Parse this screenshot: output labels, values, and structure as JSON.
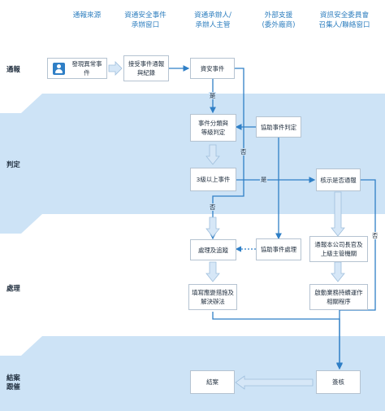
{
  "columns": [
    {
      "id": "source",
      "label": "通報來源"
    },
    {
      "id": "window",
      "label": "資通安全事件\n承辦窗口"
    },
    {
      "id": "handler",
      "label": "資通承辦人/\n承辦人主管"
    },
    {
      "id": "external",
      "label": "外部支援\n(委外廠商)"
    },
    {
      "id": "committee",
      "label": "資訊安全委員會\n召集人/聯絡窗口"
    }
  ],
  "sections": [
    {
      "id": "report",
      "label": "通報"
    },
    {
      "id": "judge",
      "label": "判定"
    },
    {
      "id": "handle",
      "label": "處理"
    },
    {
      "id": "close",
      "label": "結案\n跟催"
    }
  ],
  "nodes": {
    "discover": "發現異常事件",
    "receive": "接受事件通報\n與紀錄",
    "security": "資安事件",
    "classify": "事件分類與\n等級判定",
    "assist_judge": "協助事件判定",
    "level3": "3級以上事件",
    "verify": "核示是否通報",
    "handle": "處理及追蹤",
    "assist_handle": "協助事件處理",
    "notify": "通報本公司長官及\n上級主管機關",
    "measures": "填寫應變措施及\n解決辦法",
    "continuity": "啟動業務持續運作\n相關程序",
    "signoff": "簽核",
    "closed": "結案"
  },
  "edge_labels": {
    "yes_security": "是",
    "no_security": "否",
    "yes_level3": "是",
    "no_level3": "否",
    "no_verify": "否"
  },
  "colors": {
    "band": "#cde3f6",
    "header": "#2f7fbf",
    "line": "#2f7fc6",
    "arrow_fill": "#d6e7f7",
    "box_border": "#b5c3d1"
  },
  "icons": {
    "reporter": "person-icon"
  }
}
